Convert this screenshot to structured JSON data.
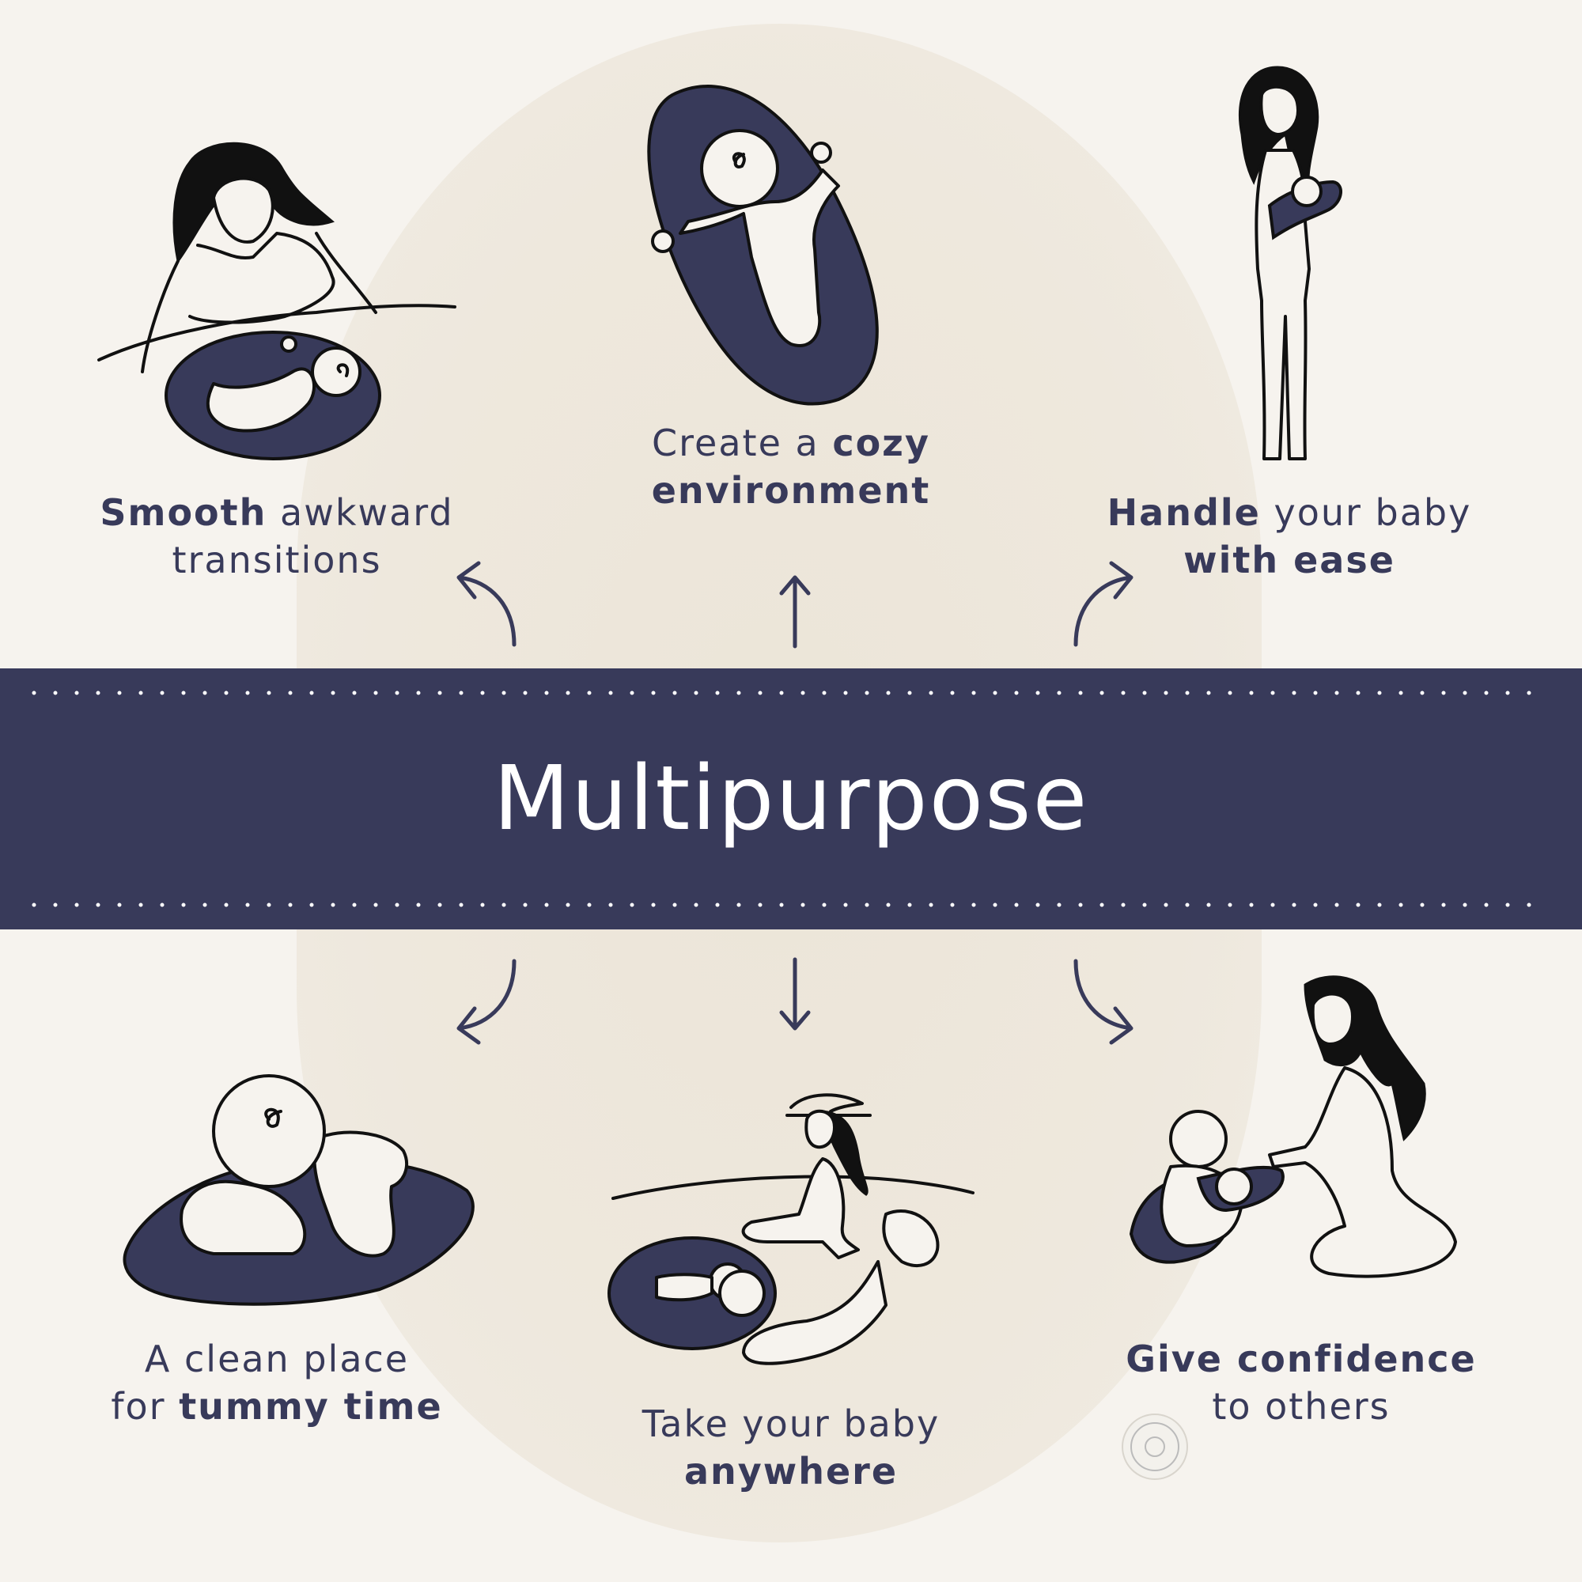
{
  "banner": {
    "title": "Multipurpose"
  },
  "features": {
    "smooth": {
      "bold": "Smooth",
      "rest1": " awkward",
      "line2": "transitions"
    },
    "cozy": {
      "line1": "Create a ",
      "bold1": "cozy",
      "bold2": "environment"
    },
    "handle": {
      "bold1": "Handle",
      "rest1": " your baby",
      "bold2": "with ease"
    },
    "tummy": {
      "line1": "A clean place",
      "pre2": "for ",
      "bold2": "tummy time"
    },
    "anywhere": {
      "line1": "Take your baby",
      "bold2": "anywhere"
    },
    "confidence": {
      "bold1": "Give confidence",
      "line2": "to others"
    }
  },
  "colors": {
    "navy": "#383a5a",
    "background": "#f6f3ee",
    "pillow": "#ece5d8"
  },
  "icons": [
    "nursing-illustration",
    "cozy-lounger-illustration",
    "holding-baby-illustration",
    "tummy-time-illustration",
    "picnic-illustration",
    "sibling-illustration",
    "arrow-icon"
  ]
}
